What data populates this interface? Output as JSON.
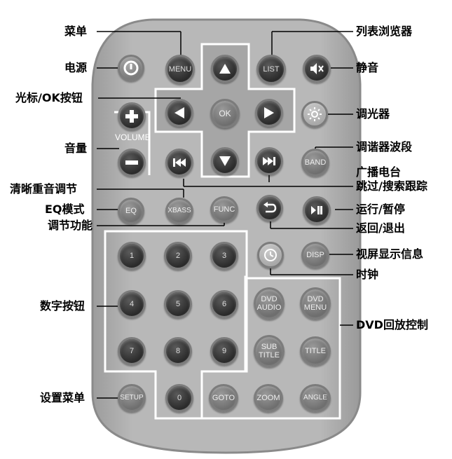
{
  "labels": {
    "menu": "菜单",
    "power": "电源",
    "cursor_ok": "光标/OK按钮",
    "volume": "音量",
    "xbass": "清晰重音调节",
    "eq_mode": "EQ模式",
    "func": "调节功能",
    "numeric": "数字按钮",
    "setup_menu": "设置菜单",
    "list_browser": "列表浏览器",
    "mute": "静音",
    "dimmer": "调光器",
    "band": "调谐器波段",
    "am_station": "广播电台",
    "skip_search": "跳过/搜索跟踪",
    "play_pause": "运行/暂停",
    "return_exit": "返回/退出",
    "display_info": "视屏显示信息",
    "clock": "时钟",
    "dvd_control": "DVD回放控制"
  },
  "buttons": {
    "menu": "MENU",
    "list": "LIST",
    "ok": "OK",
    "volume": "VOLUME",
    "band": "BAND",
    "eq": "EQ",
    "xbass": "XBASS",
    "func": "FUNC",
    "disp": "DISP",
    "dvd_audio_1": "DVD",
    "dvd_audio_2": "AUDIO",
    "dvd_menu_1": "DVD",
    "dvd_menu_2": "MENU",
    "subtitle_1": "SUB",
    "subtitle_2": "TITLE",
    "title": "TITLE",
    "setup": "SETUP",
    "goto": "GOTO",
    "zoom": "ZOOM",
    "angle": "ANGLE",
    "n1": "1",
    "n2": "2",
    "n3": "3",
    "n4": "4",
    "n5": "5",
    "n6": "6",
    "n7": "7",
    "n8": "8",
    "n9": "9",
    "n0": "0"
  },
  "colors": {
    "body": "#b4b4b4",
    "body_edge": "#8e8e8e",
    "frame": "#ffffff",
    "button_dark": "#3a3a3a",
    "button_mid": "#7e7e7e",
    "button_light": "#b0b0b0"
  }
}
